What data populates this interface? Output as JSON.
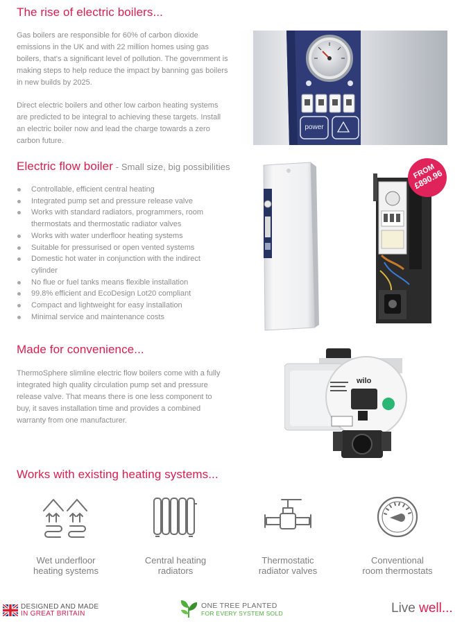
{
  "section1": {
    "heading": "The rise of electric boilers...",
    "paragraph1": "Gas boilers are responsible for 60% of carbon dioxide emissions in the UK and with 22 million homes using gas boilers, that's a significant level of pollution. The government is making steps to help reduce the impact by banning gas boilers in new builds by 2025.",
    "paragraph2": "Direct electric boilers and other low carbon heating systems are predicted to be integral to achieving these targets. Install an electric boiler now and lead the charge towards a zero carbon future."
  },
  "boiler_panel": {
    "power_label": "power"
  },
  "section2": {
    "heading": "Electric flow boiler",
    "subheading": " - Small size, big possibilities",
    "bullets": [
      "Controllable, efficient central heating",
      "Integrated pump set and pressure release valve",
      "Works with standard radiators, programmers, room thermostats and thermostatic radiator valves",
      "Works with water underfloor heating systems",
      "Suitable for pressurised or open vented systems",
      "Domestic hot water in conjunction with the indirect cylinder",
      "No flue or fuel tanks means flexible installation",
      "99.8% efficient and EcoDesign Lot20 compliant",
      "Compact and lightweight for easy installation",
      "Minimal service and maintenance costs"
    ],
    "price_badge": {
      "line1": "FROM",
      "line2": "£890.96",
      "color": "#e0235a"
    }
  },
  "section3": {
    "heading": "Made for convenience...",
    "paragraph": "ThermoSphere slimline electric flow boilers come with a fully integrated high quality circulation pump set and pressure release valve. That means there is one less component to buy, it saves installation time and provides a combined warranty from one manufacturer.",
    "pump_brand": "wilo"
  },
  "section4": {
    "heading": "Works with existing heating systems...",
    "items": [
      {
        "icon": "underfloor-heating-icon",
        "line1": "Wet underfloor",
        "line2": "heating systems"
      },
      {
        "icon": "radiator-icon",
        "line1": "Central heating",
        "line2": "radiators"
      },
      {
        "icon": "radiator-valve-icon",
        "line1": "Thermostatic",
        "line2": "radiator valves"
      },
      {
        "icon": "thermostat-icon",
        "line1": "Conventional",
        "line2": "room thermostats"
      }
    ]
  },
  "footer": {
    "britain_line1": "DESIGNED AND MADE",
    "britain_line2": "IN GREAT BRITAIN",
    "tree_line1": "ONE TREE PLANTED",
    "tree_line2": "FOR EVERY SYSTEM SOLD",
    "live": "Live ",
    "well": "well..."
  },
  "colors": {
    "accent": "#d81e4f",
    "text": "#8c8c8c",
    "icon": "#6e6e6e",
    "tree_green": "#4caf3c"
  }
}
